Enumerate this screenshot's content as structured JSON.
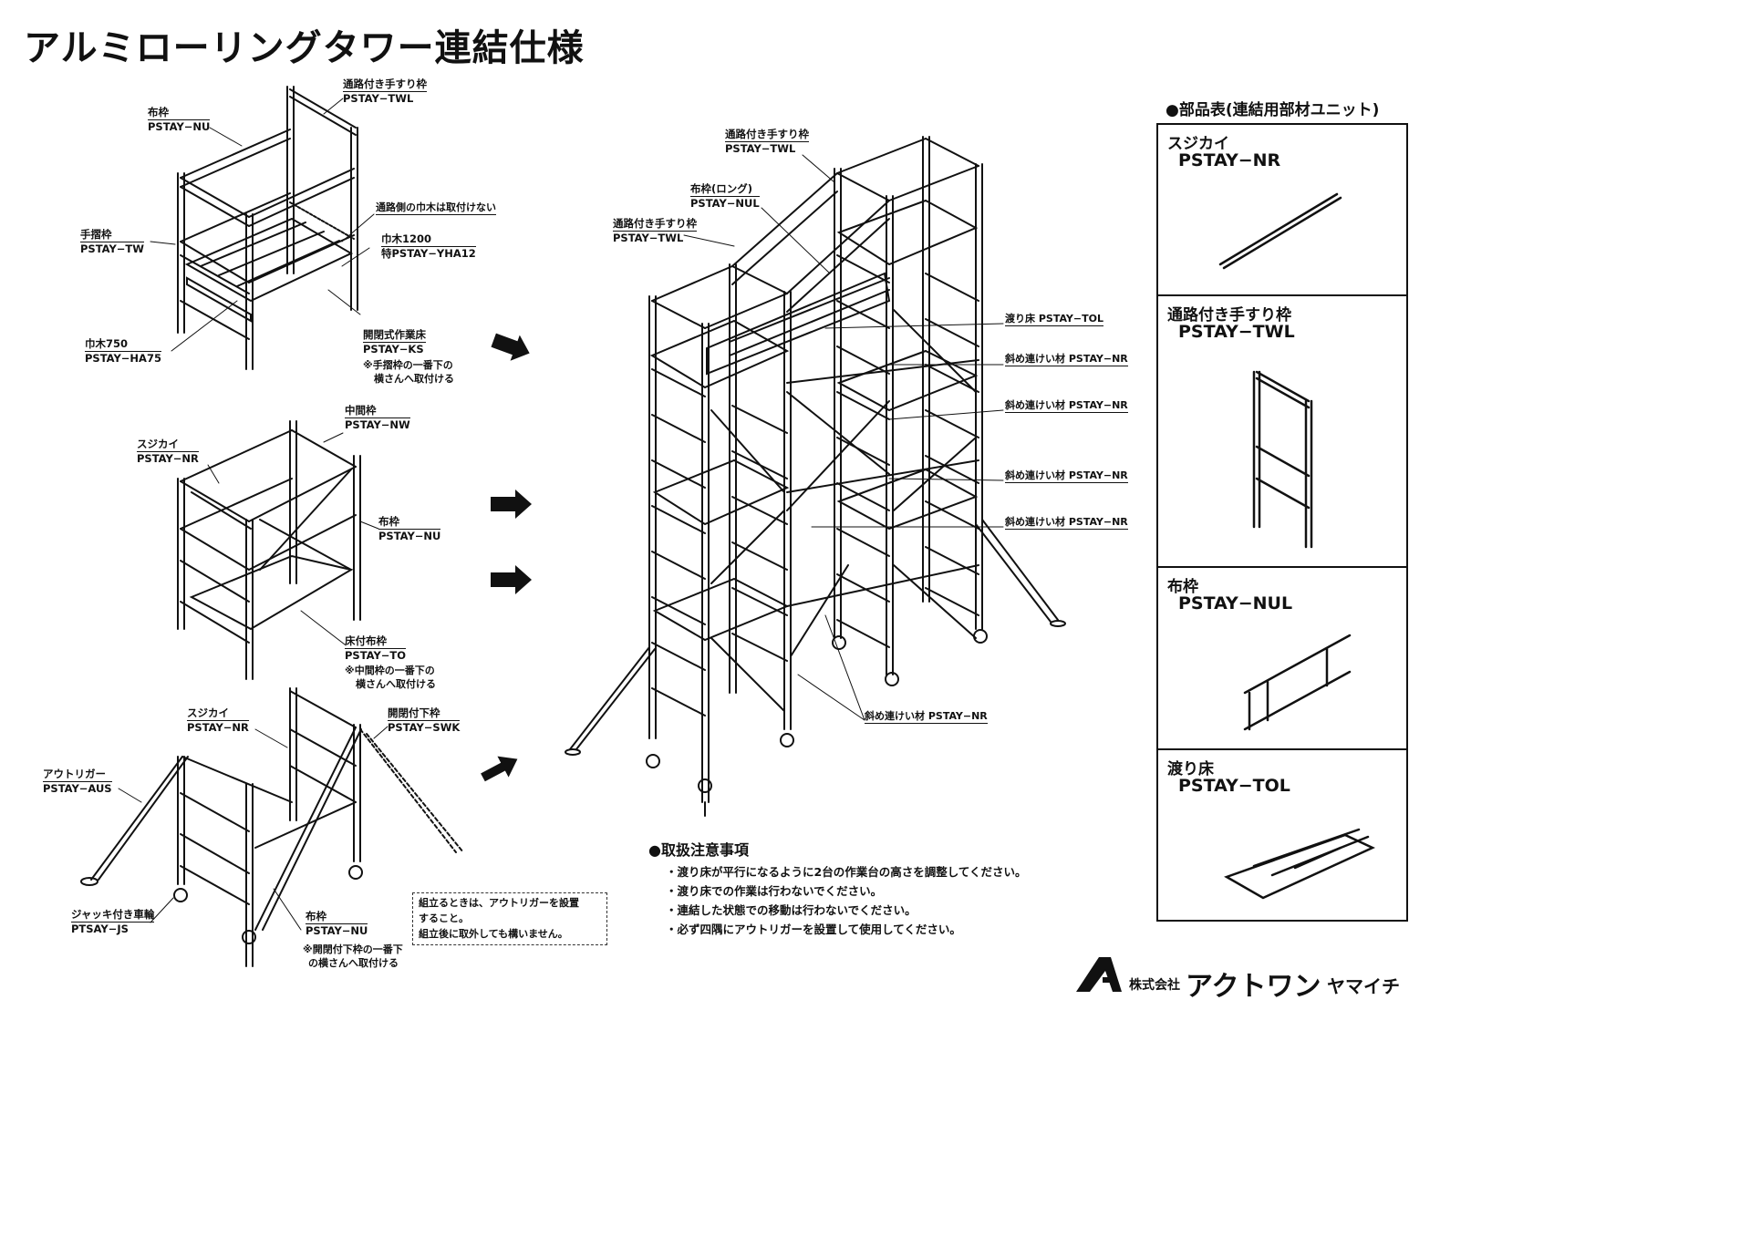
{
  "title": "アルミローリングタワー連結仕様",
  "labels": {
    "a_twl_name": "通路付き手すり枠",
    "a_twl_code": "PSTAY−TWL",
    "a_nu_name": "布枠",
    "a_nu_code": "PSTAY−NU",
    "a_tw_name": "手摺枠",
    "a_tw_code": "PSTAY−TW",
    "a_note_side": "通路側の巾木は取付けない",
    "a_yha_name": "巾木1200",
    "a_yha_code": "特PSTAY−YHA12",
    "a_ha_name": "巾木750",
    "a_ha_code": "PSTAY−HA75",
    "a_ks_name": "開閉式作業床",
    "a_ks_code": "PSTAY−KS",
    "a_ks_note1": "※手摺枠の一番下の",
    "a_ks_note2": "横さんへ取付ける",
    "b_nw_name": "中間枠",
    "b_nw_code": "PSTAY−NW",
    "b_nr_name": "スジカイ",
    "b_nr_code": "PSTAY−NR",
    "b_nu_name": "布枠",
    "b_nu_code": "PSTAY−NU",
    "b_to_name": "床付布枠",
    "b_to_code": "PSTAY−TO",
    "b_to_note1": "※中間枠の一番下の",
    "b_to_note2": "横さんへ取付ける",
    "c_nr_name": "スジカイ",
    "c_nr_code": "PSTAY−NR",
    "c_swk_name": "開閉付下枠",
    "c_swk_code": "PSTAY−SWK",
    "c_aus_name": "アウトリガー",
    "c_aus_code": "PSTAY−AUS",
    "c_js_name": "ジャッキ付き車輪",
    "c_js_code": "PTSAY−JS",
    "c_nu_name": "布枠",
    "c_nu_code": "PSTAY−NU",
    "c_nu_note1": "※開閉付下枠の一番下",
    "c_nu_note2": "の横さんへ取付ける",
    "c_box_line1": "組立るときは、アウトリガーを設置",
    "c_box_line2": "すること。",
    "c_box_line3": "組立後に取外しても構いません。",
    "m_twl1_name": "通路付き手すり枠",
    "m_twl1_code": "PSTAY−TWL",
    "m_nul_name": "布枠(ロング)",
    "m_nul_code": "PSTAY−NUL",
    "m_twl2_name": "通路付き手すり枠",
    "m_twl2_code": "PSTAY−TWL",
    "m_tol": "渡り床  PSTAY−TOL",
    "m_nr1": "斜め連けい材  PSTAY−NR",
    "m_nr2": "斜め連けい材  PSTAY−NR",
    "m_nr3": "斜め連けい材  PSTAY−NR",
    "m_nr4": "斜め連けい材  PSTAY−NR",
    "m_nr5": "斜め連けい材  PSTAY−NR"
  },
  "parts_table": {
    "heading": "●部品表(連結用部材ユニット)",
    "items": [
      {
        "name": "スジカイ",
        "code": "PSTAY−NR"
      },
      {
        "name": "通路付き手すり枠",
        "code": "PSTAY−TWL"
      },
      {
        "name": "布枠",
        "code": "PSTAY−NUL"
      },
      {
        "name": "渡り床",
        "code": "PSTAY−TOL"
      }
    ]
  },
  "caution": {
    "heading": "●取扱注意事項",
    "items": [
      "・渡り床が平行になるように2台の作業台の高さを調整してください。",
      "・渡り床での作業は行わないでください。",
      "・連結した状態での移動は行わないでください。",
      "・必ず四隅にアウトリガーを設置して使用してください。"
    ]
  },
  "brand": {
    "company_prefix": "株式会社",
    "company_name": "アクトワン",
    "company_suffix": "ヤマイチ"
  },
  "colors": {
    "line": "#111111",
    "background": "#ffffff"
  }
}
